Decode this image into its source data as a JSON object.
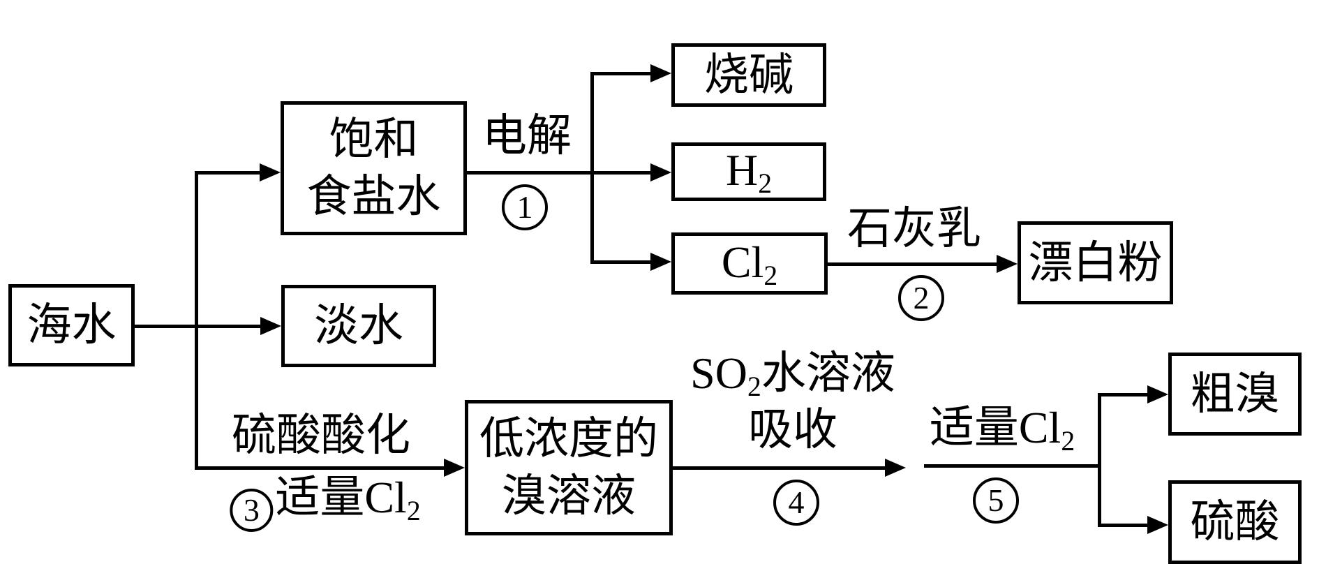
{
  "nodes": {
    "seawater": {
      "label": "海水"
    },
    "saturated_brine": {
      "line1": "饱和",
      "line2": "食盐水"
    },
    "fresh_water": {
      "label": "淡水"
    },
    "caustic_soda": {
      "label": "烧碱"
    },
    "hydrogen": {
      "base": "H",
      "sub": "2"
    },
    "chlorine": {
      "base": "Cl",
      "sub": "2"
    },
    "bleaching_powder": {
      "label": "漂白粉"
    },
    "dilute_bromine": {
      "line1": "低浓度的",
      "line2": "溴溶液"
    },
    "crude_bromine": {
      "label": "粗溴"
    },
    "sulfuric_acid": {
      "label": "硫酸"
    }
  },
  "labels": {
    "electrolysis": {
      "text": "电解",
      "step": "1"
    },
    "lime_milk": {
      "text": "石灰乳",
      "step": "2"
    },
    "acidify": {
      "line1": "硫酸酸化",
      "step": "3",
      "line2_text": "适量Cl",
      "line2_sub": "2"
    },
    "so2_absorb": {
      "line1_pre": "SO",
      "line1_sub": "2",
      "line1_post": "水溶液",
      "line2": "吸收",
      "step": "4"
    },
    "moderate_cl2": {
      "text": "适量Cl",
      "sub": "2",
      "step": "5"
    }
  },
  "colors": {
    "ink": "#000000",
    "background": "#ffffff"
  }
}
